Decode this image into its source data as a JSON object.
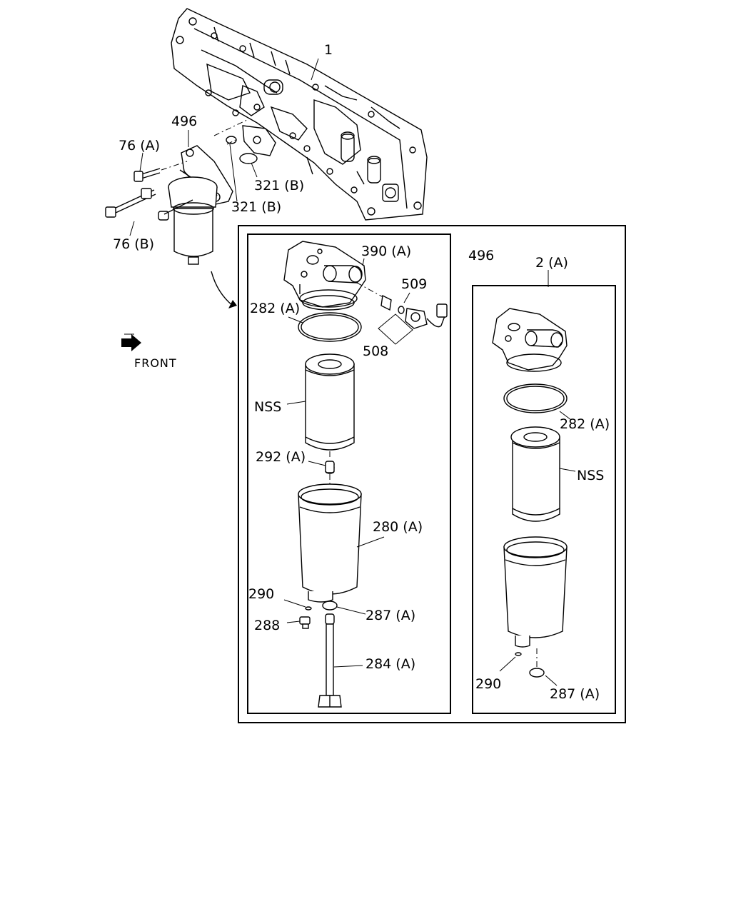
{
  "labels": {
    "p1": "1",
    "p496_top": "496",
    "p76a": "76 (A)",
    "p76b": "76 (B)",
    "p321b_1": "321 (B)",
    "p321b_2": "321 (B)",
    "front": "FRONT",
    "p390a": "390 (A)",
    "p496_right": "496",
    "p509": "509",
    "p282a_left": "282 (A)",
    "p508": "508",
    "nss_left": "NSS",
    "p292a": "292 (A)",
    "p280a": "280 (A)",
    "p290_left": "290",
    "p287a_left": "287 (A)",
    "p288": "288",
    "p284a": "284 (A)",
    "p2a": "2 (A)",
    "p282a_right": "282 (A)",
    "nss_right": "NSS",
    "p290_right": "290",
    "p287a_right": "287 (A)"
  }
}
